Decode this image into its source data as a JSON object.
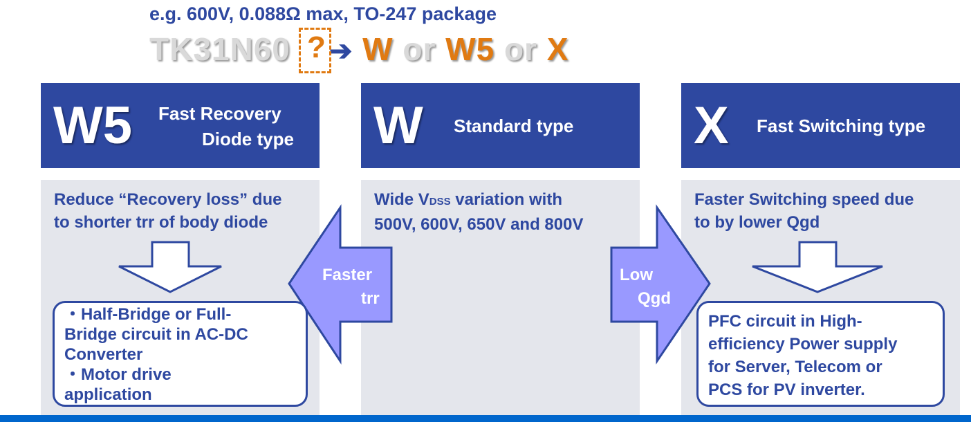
{
  "example": "e.g.  600V, 0.088Ω max, TO-247 package",
  "part_number": {
    "prefix": "TK31N60",
    "suffix": "?",
    "opt1": "W",
    "or1": "or",
    "opt2": "W5",
    "or2": "or",
    "opt3": "X"
  },
  "columns": [
    {
      "code": "W5",
      "title_line1": "Fast Recovery",
      "title_line2": "Diode type",
      "desc_line1": "Reduce “Recovery loss” due",
      "desc_line2": "to shorter trr of body diode",
      "app_lines": [
        "・Half-Bridge or Full-",
        "Bridge circuit in AC-DC",
        "Converter",
        "・Motor drive",
        "application"
      ]
    },
    {
      "code": "W",
      "title": "Standard type",
      "desc_a": "Wide V",
      "desc_sub": "DSS",
      "desc_b": " variation with",
      "desc_line2": "500V, 600V, 650V and 800V"
    },
    {
      "code": "X",
      "title": "Fast Switching type",
      "desc_line1": "Faster Switching speed due",
      "desc_line2": "to by lower Qgd",
      "app_lines": [
        "PFC circuit in High-",
        "efficiency Power supply",
        "for Server, Telecom or",
        "PCS for PV inverter."
      ]
    }
  ],
  "arrows": {
    "left_line1": "Faster",
    "left_line2": "trr",
    "right_line1": "Low",
    "right_line2": "Qgd"
  },
  "colors": {
    "blue": "#2e48a0",
    "orange": "#e07a12",
    "arrow_fill": "#9999ff",
    "panel": "#e4e6ec"
  }
}
